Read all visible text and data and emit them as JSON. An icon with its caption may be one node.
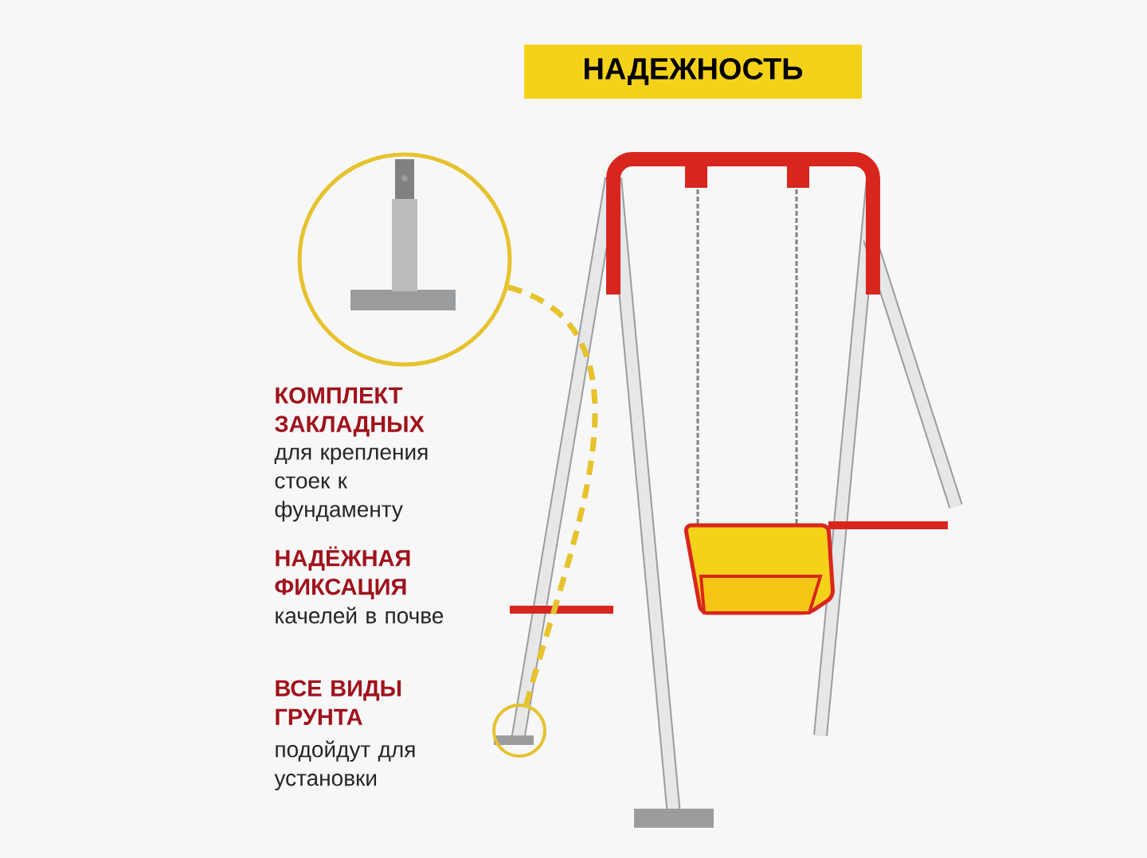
{
  "diagram": {
    "title": "НАДЕЖНОСТЬ",
    "nodes": [
      {
        "text": [],
        "shape": "picture"
      },
      {
        "text": [],
        "shape": "circle"
      }
    ],
    "edges": [
      {
        "from": 0,
        "to": 1,
        "arrow": "none",
        "style": "dashed",
        "color": "#e6c22c"
      }
    ],
    "labels": [
      "КОМПЛЕКТ ЗАКЛАДНЫХ",
      "для крепления стоек к фундаменту",
      "НАДЁЖНАЯ ФИКСАЦИЯ",
      "качелей в почве",
      "ВСЕ ВИДЫ ГРУНТА",
      "подойдут для установки"
    ]
  }
}
